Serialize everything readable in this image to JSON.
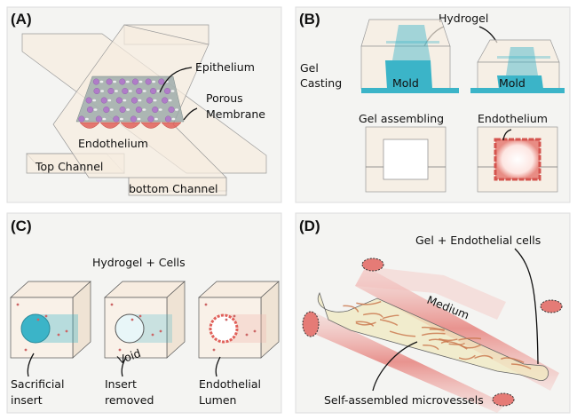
{
  "panels": {
    "a": {
      "label": "(A)",
      "epithelium": "Epithelium",
      "porous_1": "Porous",
      "porous_2": "Membrane",
      "endothelium": "Endothelium",
      "top_channel": "Top Channel",
      "bottom_channel": "bottom Channel"
    },
    "b": {
      "label": "(B)",
      "hydrogel": "Hydrogel",
      "gel_1": "Gel",
      "gel_2": "Casting",
      "mold_left": "Mold",
      "mold_right": "Mold",
      "gel_assembling": "Gel assembling",
      "endothelium": "Endothelium"
    },
    "c": {
      "label": "(C)",
      "hydrogel_cells": "Hydrogel + Cells",
      "void": "Void",
      "sacrificial_1": "Sacrificial",
      "sacrificial_2": "insert",
      "removed_1": "Insert",
      "removed_2": "removed",
      "lumen_1": "Endothelial",
      "lumen_2": "Lumen"
    },
    "d": {
      "label": "(D)",
      "gel_endo": "Gel + Endothelial cells",
      "medium": "Medium",
      "microvessels": "Self-assembled microvessels"
    }
  },
  "colors": {
    "hydrogel": "#f7ece0",
    "mold": "#3bb4c8",
    "endothelium": "#e0605a",
    "epithelium": "#b07cc8",
    "membrane": "#9aa8a8"
  }
}
